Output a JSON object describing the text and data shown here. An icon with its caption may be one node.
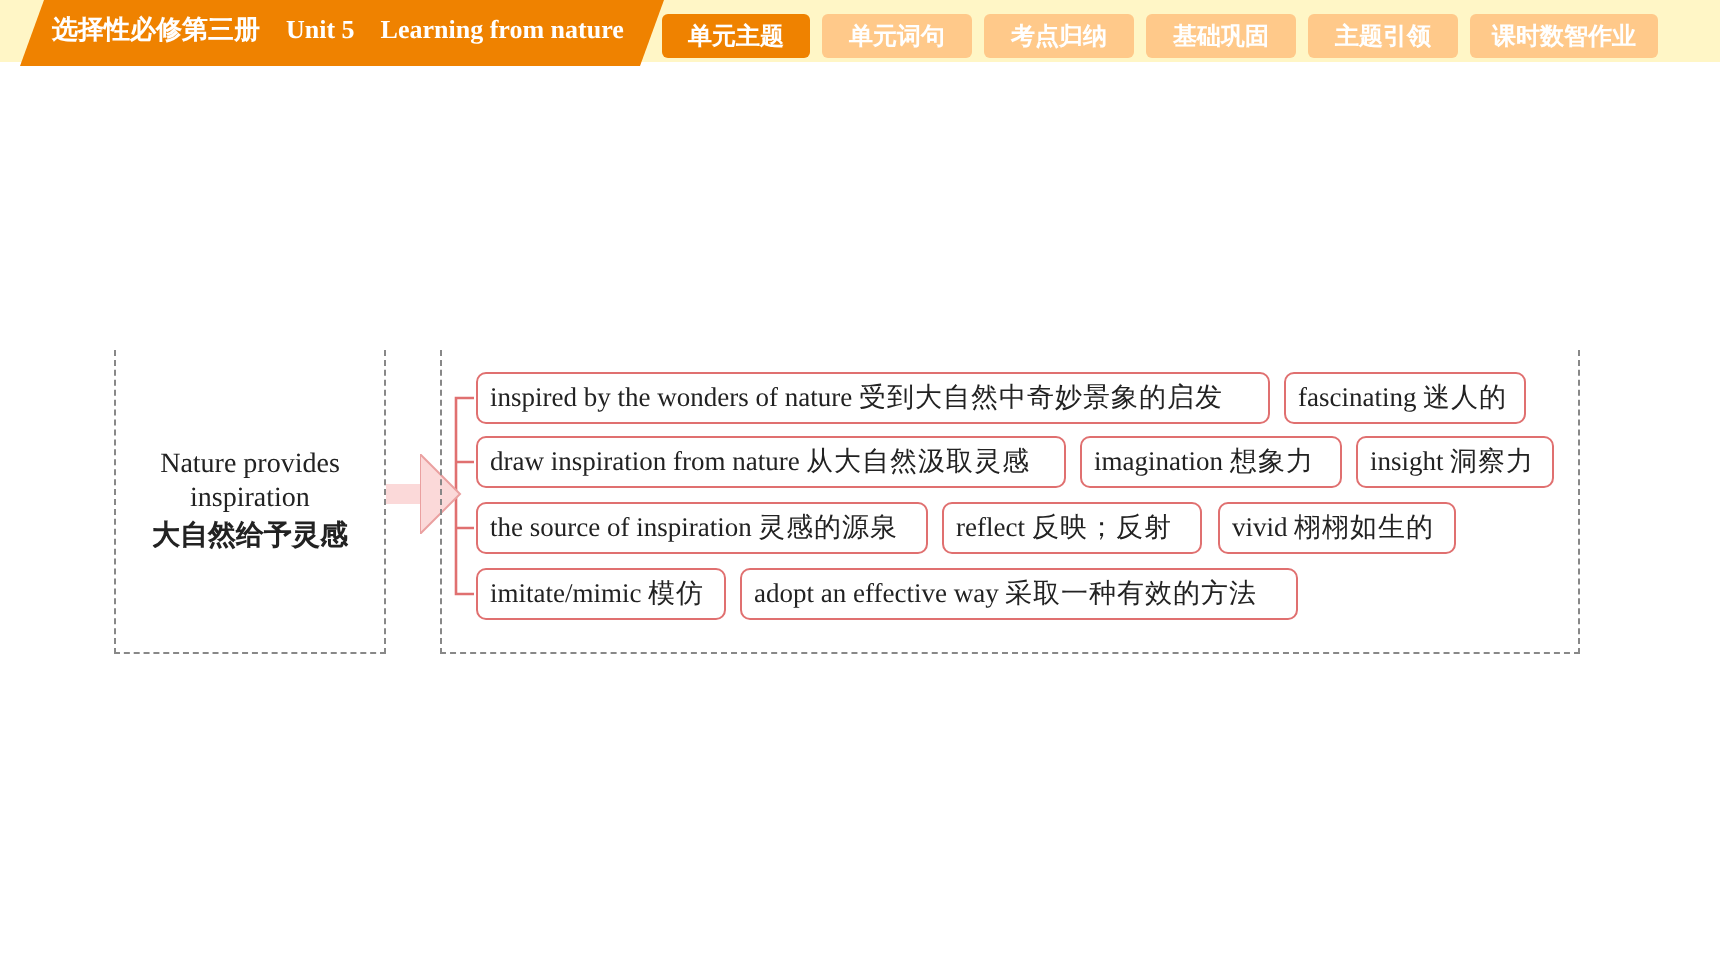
{
  "diagram": {
    "title": "选择性必修第三册　Unit 5　Learning from nature",
    "nodes": [
      {
        "text": [
          "Nature provides inspiration",
          "大自然给予灵感"
        ]
      },
      {
        "text": [],
        "shape": "box"
      },
      {
        "text": [
          "inspired by the wonders of nature 受到大自然中奇妙景象的启发"
        ],
        "in": 1
      },
      {
        "text": [
          "fascinating 迷人的"
        ],
        "in": 1
      },
      {
        "text": [
          "draw inspiration from nature 从大自然汲取灵感"
        ],
        "in": 1
      },
      {
        "text": [
          "imagination 想象力"
        ],
        "in": 1
      },
      {
        "text": [
          "insight 洞察力"
        ],
        "in": 1
      },
      {
        "text": [
          "the source of inspiration 灵感的源泉"
        ],
        "in": 1
      },
      {
        "text": [
          "reflect 反映；反射"
        ],
        "in": 1
      },
      {
        "text": [
          "vivid 栩栩如生的"
        ],
        "in": 1
      },
      {
        "text": [
          "imitate/mimic 模仿"
        ],
        "in": 1
      },
      {
        "text": [
          "adopt an effective way 采取一种有效的方法"
        ],
        "in": 1
      }
    ],
    "edges": [
      {
        "from": 0,
        "to": 1,
        "arrow": "to"
      }
    ],
    "labels": [
      "单元主题",
      "单元词句",
      "考点归纳",
      "基础巩固",
      "主题引领",
      "课时数智作业"
    ]
  }
}
